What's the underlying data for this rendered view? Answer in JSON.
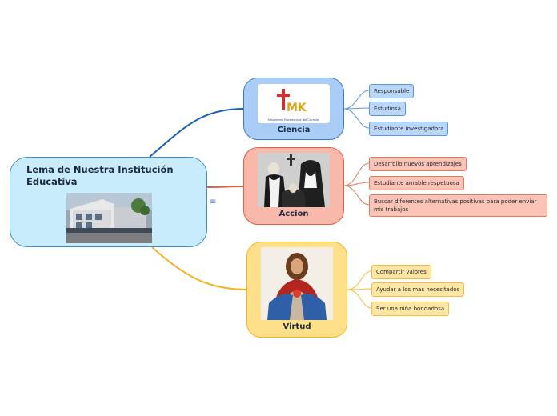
{
  "central": {
    "title": "Lema de Nuestra Institución Educativa"
  },
  "topics": [
    {
      "label": "Ciencia",
      "logo_text": "MK",
      "logo_caption": "Misioneros Eucaristicos del Corazón",
      "leaves": [
        "Responsable",
        "Estudiosa",
        "Estudiante investigadora"
      ]
    },
    {
      "label": "Accion",
      "leaves": [
        "Desarrollo nuevos aprendizajes",
        "Estudiante amable,respetuosa",
        "Buscar diferentes alternativas positivas para poder enviar mis trabajos"
      ]
    },
    {
      "label": "Virtud",
      "leaves": [
        "Compartir valores",
        "Ayudar a los mas necesitados",
        "Ser una niña bondadosa"
      ]
    }
  ],
  "colors": {
    "ciencia": "#3b79c7",
    "accion": "#e0603f",
    "virtud": "#f5b423",
    "central": "#3d8dd1"
  },
  "icons": {
    "menu": "hamburger-icon"
  }
}
